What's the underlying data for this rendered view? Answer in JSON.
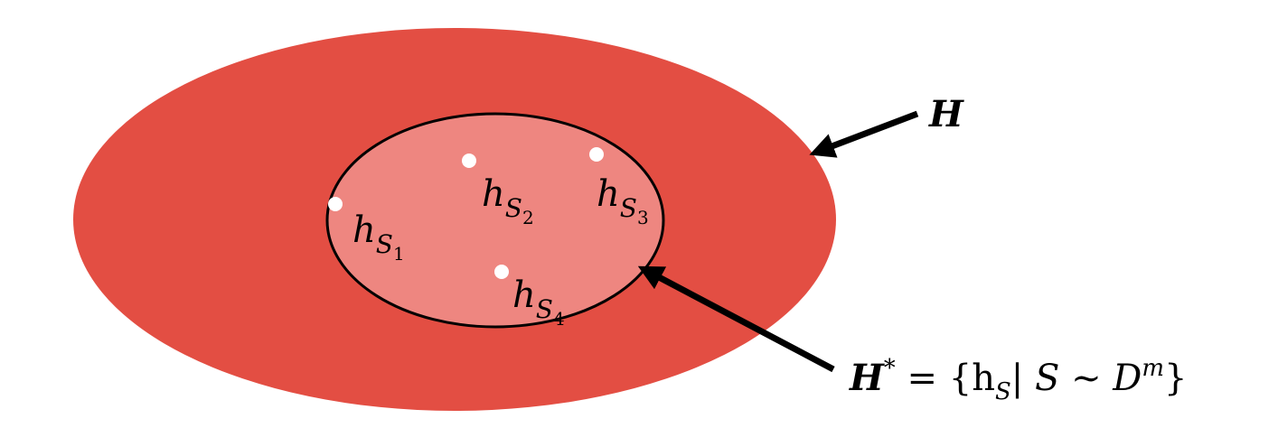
{
  "colors": {
    "outer_fill": "#e34e43",
    "inner_fill": "#ee8680",
    "outline": "#000000",
    "points": "#ffffff"
  },
  "labels": {
    "outer_set": "H",
    "inner_set_name": "H",
    "inner_set_sup": "*",
    "inner_set_def_pre": " = {h",
    "inner_set_def_sub": "S",
    "inner_set_def_mid": "| S ~ D",
    "inner_set_def_sup": "m",
    "inner_set_def_post": "}"
  },
  "hypotheses": [
    {
      "base": "h",
      "sub": "S",
      "subsub": "1"
    },
    {
      "base": "h",
      "sub": "S",
      "subsub": "2"
    },
    {
      "base": "h",
      "sub": "S",
      "subsub": "3"
    },
    {
      "base": "h",
      "sub": "S",
      "subsub": "4"
    }
  ]
}
